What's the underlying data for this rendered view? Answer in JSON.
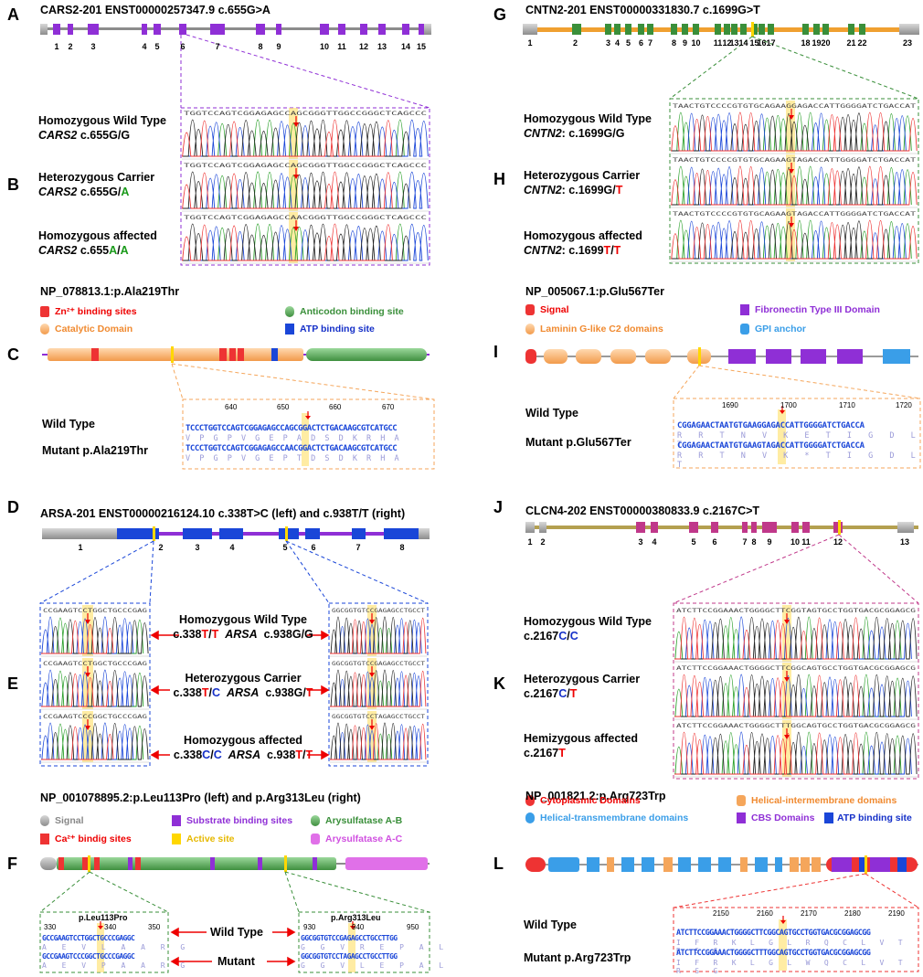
{
  "panels": {
    "A": {
      "label": "A",
      "title": "CARS2-201 ENST00000257347.9 c.655G>A",
      "exons": [
        "1",
        "2",
        "3",
        "4",
        "5",
        "6",
        "7",
        "8",
        "9",
        "10",
        "11",
        "12",
        "13",
        "14",
        "15"
      ]
    },
    "B": {
      "label": "B",
      "rows": [
        {
          "line1": "Homozygous Wild Type",
          "gene": "CARS2",
          "pre": " c.655G/",
          "a1": "G",
          "sep": "",
          "a2": ""
        },
        {
          "line1": "Heterozygous Carrier",
          "gene": "CARS2",
          "pre": " c.655G/",
          "a1": "A",
          "sep": "",
          "a2": ""
        },
        {
          "line1": "Homozygous affected",
          "gene": "CARS2",
          "pre": " c.655",
          "a1": "A",
          "sep": "/",
          "a2": "A"
        }
      ],
      "chrom_seq": [
        "TGGTCCAGTCGGAGAGCCAGCGGGTTGGCCGGGCTCAGCCC",
        "TGGTCCAGTCGGAGAGCCAGCGGGTTGGCCGGGCTCAGCCC",
        "TGGTCCAGTCGGAGAGCCAACGGGTTGGCCGGGCTCAGCCC"
      ]
    },
    "C": {
      "label": "C",
      "title": "NP_078813.1:p.Ala219Thr",
      "legend": [
        "Zn²⁺ binding sites",
        "Catalytic Domain",
        "Anticodon binding site",
        "ATP binding site"
      ],
      "row_labels": [
        "Wild Type",
        "Mutant p.Ala219Thr"
      ],
      "ticks": [
        "640",
        "650",
        "660",
        "670"
      ],
      "wt_seq": "TCCCTGGTCCAGTCGGAGAGCCAGCGGACTCTGACAAGCGTCATGCC",
      "wt_aa": "V P G P V G E P A D S D K R H A",
      "mut_seq": "TCCCTGGTCCAGTCGGAGAGCCAACGGACTCTGACAAGCGTCATGCC",
      "mut_aa": "V P G P V G E P T D S D K R H A"
    },
    "D": {
      "label": "D",
      "title": "ARSA-201 ENST00000216124.10 c.338T>C (left) and c.938T/T (right)",
      "exons": [
        "1",
        "2",
        "3",
        "4",
        "5",
        "6",
        "7",
        "8"
      ]
    },
    "E": {
      "label": "E",
      "rows": [
        {
          "line1": "Homozygous Wild Type",
          "left_pre": "c.338",
          "l1": "T",
          "lsep": "/",
          "l2": "T",
          "gene": "ARSA",
          "right_pre": "c.938G/G",
          "r1": "",
          "rsep": "",
          "r2": ""
        },
        {
          "line1": "Heterozygous Carrier",
          "left_pre": "c.338",
          "l1": "T",
          "lsep": "/",
          "l2": "C",
          "gene": "ARSA",
          "right_pre": "c.938G/",
          "r1": "T",
          "rsep": "",
          "r2": ""
        },
        {
          "line1": "Homozygous affected",
          "left_pre": "c.338",
          "l1": "C",
          "lsep": "/",
          "l2": "C",
          "gene": "ARSA",
          "right_pre": "c.938",
          "r1": "T",
          "rsep": "/",
          "r2": "T"
        }
      ],
      "left_seq": [
        "CCGAAGTCCTGGCTGCCCGAG",
        "CCGAAGTCCTGGCTGCCCGAG",
        "CCGAAGTCCCGGCTGCCCGAG"
      ],
      "right_seq": [
        "GGCGGTGTCCGAGAGCCTGCCT",
        "GGCGGTGTCCGAGAGCCTGCCT",
        "GGCGGTGTCCTAGAGCCTGCCT"
      ]
    },
    "F": {
      "label": "F",
      "title": "NP_001078895.2:p.Leu113Pro (left) and p.Arg313Leu (right)",
      "legend": [
        "Signal",
        "Substrate binding sites",
        "Arysulfatase A-B",
        "Ca²⁺ bindig sites",
        "Active site",
        "Arysulfatase A-C"
      ],
      "left_title": "p.Leu113Pro",
      "right_title": "p.Arg313Leu",
      "left_ticks": [
        "330",
        "340",
        "350"
      ],
      "right_ticks": [
        "930",
        "940",
        "950"
      ],
      "row_labels": [
        "Wild Type",
        "Mutant"
      ],
      "left_wt": "GCCGAAGTCCTGGCTGCCCGAGGC",
      "left_wt_aa": "A E V L A A R G",
      "left_mut": "GCCGAAGTCCCGGCTGCCCGAGGC",
      "left_mut_aa": "A E V P A A R G",
      "right_wt": "GGCGGTGTCCGAGAGCCTGCCTTGG",
      "right_wt_aa": "G G V R E P A L",
      "right_mut": "GGCGGTGTCCTAGAGCCTGCCTTGG",
      "right_mut_aa": "G G V L E P A L"
    },
    "G": {
      "label": "G",
      "title": "CNTN2-201 ENST00000331830.7 c.1699G>T",
      "exons": [
        "1",
        "2",
        "3",
        "4",
        "5",
        "6",
        "7",
        "8",
        "9",
        "10",
        "11",
        "12",
        "13",
        "14",
        "15",
        "16",
        "17",
        "18",
        "19",
        "20",
        "21",
        "22",
        "23"
      ]
    },
    "H": {
      "label": "H",
      "rows": [
        {
          "line1": "Homozygous Wild Type",
          "gene": "CNTN2",
          "pre": ": c.1699G/",
          "a1": "G",
          "sep": "",
          "a2": ""
        },
        {
          "line1": "Heterozygous Carrier",
          "gene": "CNTN2",
          "pre": ": c.1699G/",
          "a1": "T",
          "sep": "",
          "a2": ""
        },
        {
          "line1": "Homozygous affected",
          "gene": "CNTN2",
          "pre": ": c.1699",
          "a1": "T",
          "sep": "/",
          "a2": "T"
        }
      ],
      "chrom_seq": [
        "TAACTGTCCCCGTGTGCAGAAGGAGACCATTGGGGATCTGACCAT",
        "TAACTGTCCCCGTGTGCAGAAGTAGACCATTGGGGATCTGACCAT",
        "TAACTGTCCCCGTGTGCAGAAGTAGACCATTGGGGATCTGACCAT"
      ]
    },
    "I": {
      "label": "I",
      "title": "NP_005067.1:p.Glu567Ter",
      "legend": [
        "Signal",
        "Fibronectin Type III Domain",
        "Laminin G-like C2 domains",
        "GPI anchor"
      ],
      "row_labels": [
        "Wild Type",
        "Mutant p.Glu567Ter"
      ],
      "ticks": [
        "1690",
        "1700",
        "1710",
        "1720"
      ],
      "wt_seq": "CGGAGAACTAATGTGAAGGAGACCATTGGGGATCTGACCA",
      "wt_aa": "R R T N V K E T I G D L T",
      "mut_seq": "CGGAGAACTAATGTGAAGTAGACCATTGGGGATCTGACCA",
      "mut_aa": "R R T N V K * T I G D L T"
    },
    "J": {
      "label": "J",
      "title": "CLCN4-202 ENST00000380833.9 c.2167C>T",
      "exons": [
        "1",
        "2",
        "3",
        "4",
        "5",
        "6",
        "7",
        "8",
        "9",
        "10",
        "11",
        "12",
        "13"
      ]
    },
    "K": {
      "label": "K",
      "rows": [
        {
          "line1": "Homozygous Wild Type",
          "pre": "c.2167",
          "a1": "C",
          "sep": "/",
          "a2": "C"
        },
        {
          "line1": "Heterozygous Carrier",
          "pre": "c.2167",
          "a1": "C",
          "sep": "/",
          "a2": "T"
        },
        {
          "line1": "Hemizygous affected",
          "pre": "c.2167",
          "a1": "T",
          "sep": "",
          "a2": ""
        }
      ],
      "chrom_seq": [
        "ATCTTCCGGAAACTGGGGCTTCGGTAGTGCCTGGTGACGCGGAGCG",
        "ATCTTCCGGAAACTGGGGCTTCGGCAGTGCCTGGTGACGCGGAGCG",
        "ATCTTCCGGAAACTGGGGCTTTGGCAGTGCCTGGTGACGCGGAGCG"
      ]
    },
    "L": {
      "label": "L",
      "title": "NP_001821.2:p.Arg723Trp",
      "legend": [
        "Cytoplasmic Domains",
        "Helical-intermembrane domains",
        "Helical-transmembrane domains",
        "CBS Domains",
        "ATP binding site"
      ],
      "row_labels": [
        "Wild Type",
        "Mutant p.Arg723Trp"
      ],
      "ticks": [
        "2150",
        "2160",
        "2170",
        "2180",
        "2190"
      ],
      "wt_seq": "ATCTTCCGGAAACTGGGGCTTCGGCAGTGCCTGGTGACGCGGAGCGG",
      "wt_aa": "I F R K L G L R Q C L V T R S G",
      "mut_seq": "ATCTTCCGGAAACTGGGGCTTTGGCAGTGCCTGGTGACGCGGAGCGG",
      "mut_aa": "I F R K L G L W Q C L V T R S G"
    }
  },
  "colors": {
    "purple": "#8f2fd6",
    "green": "#3a8f3a",
    "blue": "#1a46d8",
    "orange": "#f5a65b",
    "red": "#e33",
    "magenta": "#e070e8",
    "yellow": "#ffe066",
    "gray": "#9a9a9a"
  }
}
